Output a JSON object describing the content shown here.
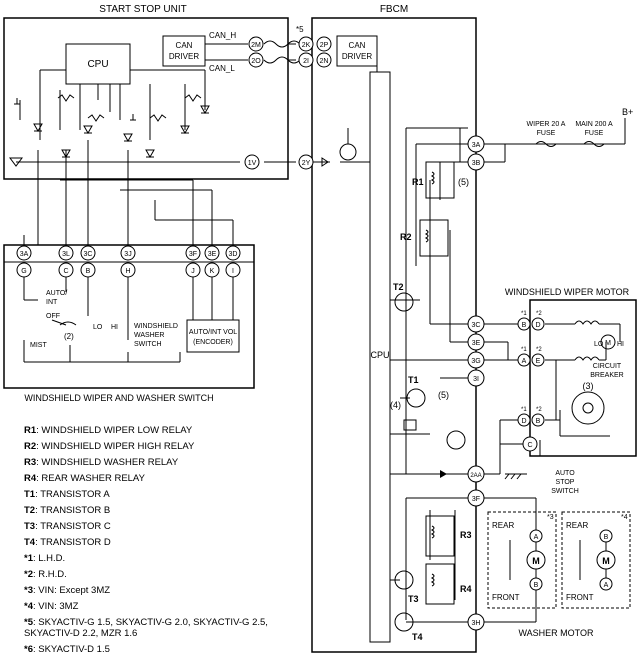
{
  "titles": {
    "start_stop_unit": "START STOP UNIT",
    "fbcm": "FBCM",
    "wiper_washer_switch": "WINDSHIELD WIPER AND WASHER SWITCH",
    "wiper_motor": "WINDSHIELD WIPER MOTOR",
    "washer_motor": "WASHER MOTOR"
  },
  "blocks": {
    "cpu": "CPU",
    "can_driver": [
      "CAN",
      "DRIVER"
    ],
    "can_h": "CAN_H",
    "can_l": "CAN_L",
    "fbcm_cpu": "CPU",
    "auto_int_vol": [
      "AUTO/INT VOL",
      "(ENCODER)"
    ],
    "circuit_breaker": [
      "CIRCUIT",
      "BREAKER"
    ],
    "auto_stop_switch": [
      "AUTO",
      "STOP",
      "SWITCH"
    ],
    "b_plus": "B+",
    "wiper_fuse": [
      "WIPER 20 A",
      "FUSE"
    ],
    "main_fuse": [
      "MAIN 200 A",
      "FUSE"
    ]
  },
  "footnote_marks": {
    "m5": "*5",
    "m6": "*6",
    "m1a": "*1",
    "m2a": "*2",
    "m1b": "*1",
    "m2b": "*2",
    "m1c": "*1",
    "m2c": "*2",
    "m3": "*3",
    "m4": "*4"
  },
  "ssu_terminals": [
    "2M",
    "2O",
    "1V"
  ],
  "fbcm_terminals": [
    "2K",
    "2P",
    "2I",
    "2N",
    "2Y",
    "3A",
    "3B",
    "3C",
    "3E",
    "3G",
    "3I",
    "2AA",
    "3F",
    "3H"
  ],
  "connector_top": [
    "3A",
    "3L",
    "3C",
    "3J",
    "3F",
    "3E",
    "3D"
  ],
  "connector_bottom": [
    "G",
    "C",
    "B",
    "H",
    "J",
    "K",
    "I"
  ],
  "switch_labels": {
    "auto_int": [
      "AUTO/",
      "INT"
    ],
    "off": "OFF",
    "lo": "LO",
    "hi": "HI",
    "mist": "MIST",
    "note2": "(2)",
    "washer_switch": [
      "WINDSHIELD",
      "WASHER",
      "SWITCH"
    ]
  },
  "relays": {
    "r1": "R1",
    "r2": "R2",
    "r3": "R3",
    "r4": "R4",
    "t1": "T1",
    "t2": "T2",
    "t3": "T3",
    "t4": "T4"
  },
  "callouts": {
    "c3": "(3)",
    "c4": "(4)",
    "c5a": "(5)",
    "c5b": "(5)"
  },
  "motor_terminals": {
    "d": "D",
    "e": "E",
    "b": "B",
    "c": "C",
    "lo": "LO",
    "hi": "HI",
    "m": "M"
  },
  "washer_pump": {
    "rear": "REAR",
    "front": "FRONT",
    "a": "A",
    "b": "B",
    "m": "M"
  },
  "legend": [
    {
      "key": "R1",
      "text": ": WINDSHIELD WIPER LOW RELAY"
    },
    {
      "key": "R2",
      "text": ": WINDSHIELD WIPER HIGH RELAY"
    },
    {
      "key": "R3",
      "text": ": WINDSHIELD WASHER RELAY"
    },
    {
      "key": "R4",
      "text": ": REAR WASHER RELAY"
    },
    {
      "key": "T1",
      "text": ": TRANSISTOR A"
    },
    {
      "key": "T2",
      "text": ": TRANSISTOR B"
    },
    {
      "key": "T3",
      "text": ": TRANSISTOR C"
    },
    {
      "key": "T4",
      "text": ": TRANSISTOR D"
    },
    {
      "key": "*1",
      "text": ": L.H.D."
    },
    {
      "key": "*2",
      "text": ": R.H.D."
    },
    {
      "key": "*3",
      "text": ": VIN: Except 3MZ"
    },
    {
      "key": "*4",
      "text": ": VIN: 3MZ"
    },
    {
      "key": "*5",
      "text": ": SKYACTIV-G 1.5, SKYACTIV-G 2.0, SKYACTIV-G 2.5,"
    },
    {
      "key": "",
      "text": "SKYACTIV-D 2.2, MZR 1.6"
    },
    {
      "key": "*6",
      "text": ": SKYACTIV-D 1.5"
    }
  ]
}
